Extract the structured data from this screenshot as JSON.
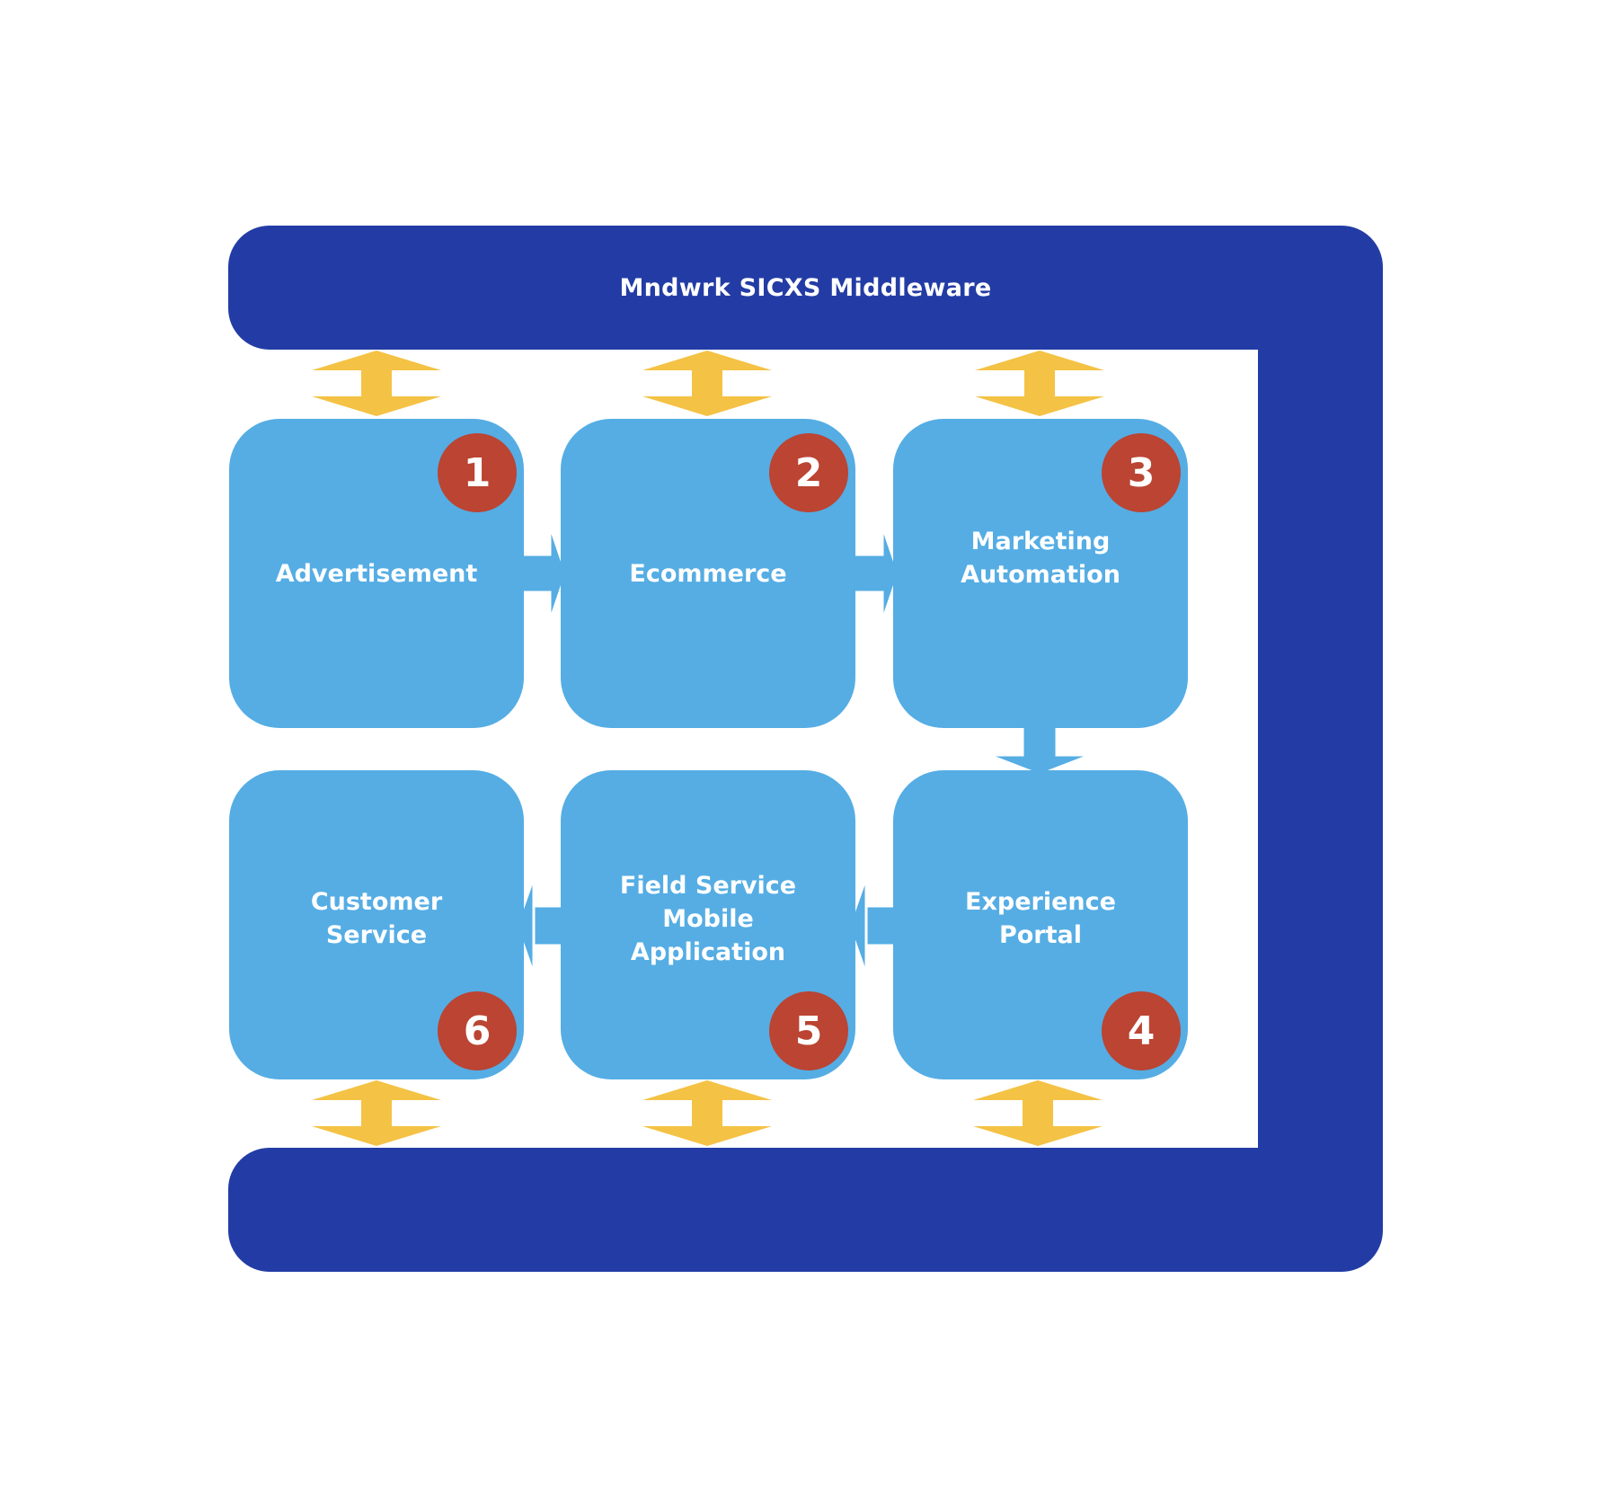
{
  "middleware": {
    "title": "Mndwrk SICXS Middleware"
  },
  "steps": [
    {
      "number": "1",
      "label": "Advertisement"
    },
    {
      "number": "2",
      "label": "Ecommerce"
    },
    {
      "number": "3",
      "label": "Marketing\nAutomation"
    },
    {
      "number": "4",
      "label": "Experience\nPortal"
    },
    {
      "number": "5",
      "label": "Field Service\nMobile\nApplication"
    },
    {
      "number": "6",
      "label": "Customer\nService"
    }
  ],
  "colors": {
    "frame": "#233ca5",
    "tile": "#55ade4",
    "badge": "#bb4433",
    "sync_arrow": "#f4c244",
    "text": "#ffffff"
  }
}
